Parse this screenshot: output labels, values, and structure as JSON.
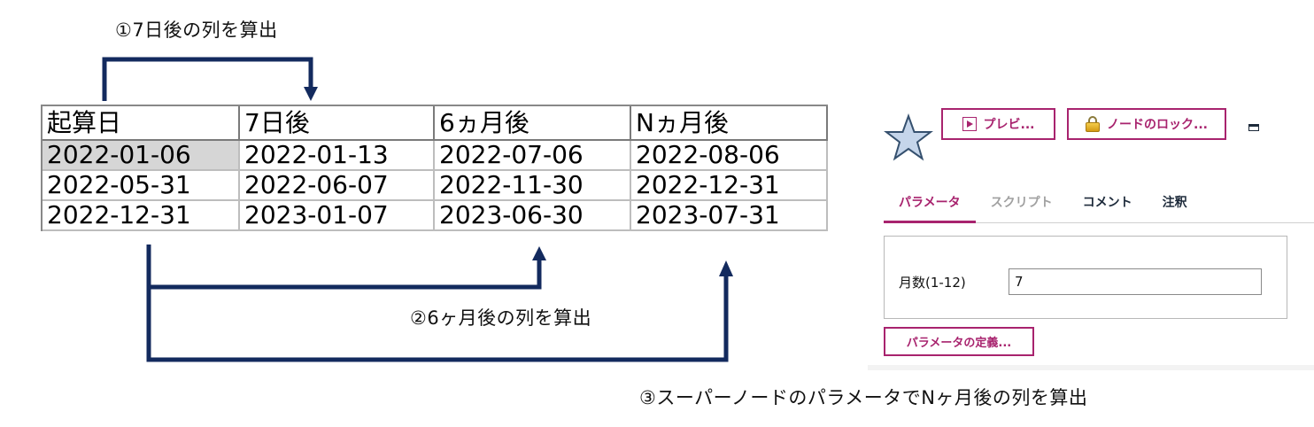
{
  "annotations": {
    "step1": "①7日後の列を算出",
    "step2": "②6ヶ月後の列を算出",
    "step3": "③スーパーノードのパラメータでNヶ月後の列を算出",
    "arrow_color": "#132a5e"
  },
  "table": {
    "headers": [
      "起算日",
      "7日後",
      "6ヵ月後",
      "Nヵ月後"
    ],
    "rows": [
      [
        "2022-01-06",
        "2022-01-13",
        "2022-07-06",
        "2022-08-06"
      ],
      [
        "2022-05-31",
        "2022-06-07",
        "2022-11-30",
        "2022-12-31"
      ],
      [
        "2022-12-31",
        "2023-01-07",
        "2023-06-30",
        "2023-07-31"
      ]
    ],
    "selected_cell": "2022-01-06"
  },
  "panel": {
    "icon": "star-icon",
    "buttons": {
      "preview": "プレビ...",
      "lock": "ノードのロック...",
      "define_params": "パラメータの定義..."
    },
    "tabs": [
      {
        "label": "パラメータ",
        "state": "active"
      },
      {
        "label": "スクリプト",
        "state": "disabled"
      },
      {
        "label": "コメント",
        "state": "normal"
      },
      {
        "label": "注釈",
        "state": "normal"
      }
    ],
    "parameter": {
      "label": "月数(1-12)",
      "value": "7"
    },
    "accent_color": "#a8236e"
  }
}
